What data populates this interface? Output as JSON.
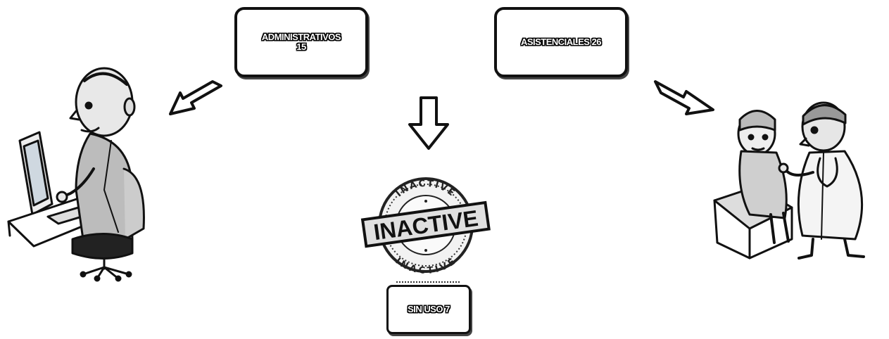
{
  "boxes": {
    "administrativos": {
      "line1": "ADMINISTRATIVOS",
      "line2": "15"
    },
    "asistenciales": {
      "label": "ASISTENCIALES 26"
    },
    "sin_uso": {
      "label": "SIN USO 7"
    }
  },
  "stamp": {
    "center_text": "INACTIVE",
    "ring_text": "INACTIVE"
  },
  "icons": [
    "office-worker-icon",
    "doctor-patient-icon",
    "inactive-stamp-icon",
    "arrow-down-left-icon",
    "arrow-down-icon",
    "arrow-down-right-icon"
  ]
}
